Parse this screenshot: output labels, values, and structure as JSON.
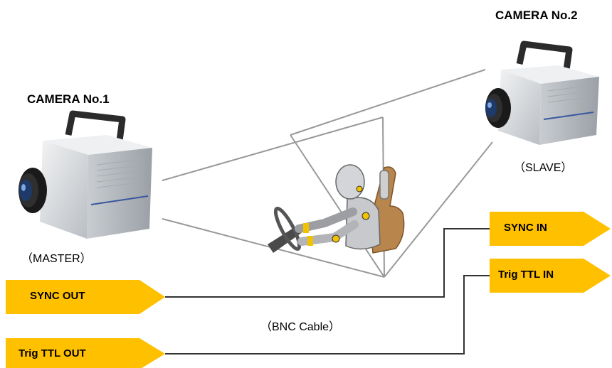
{
  "camera1": {
    "title": "CAMERA No.1",
    "role": "（MASTER）"
  },
  "camera2": {
    "title": "CAMERA No.2",
    "role": "（SLAVE）"
  },
  "connectors": {
    "sync_out": "SYNC OUT",
    "trig_out": "Trig TTL OUT",
    "sync_in": "SYNC IN",
    "trig_in": "Trig TTL IN"
  },
  "cable_label": "（BNC Cable）",
  "colors": {
    "tag_fill": "#FFC000",
    "wire": "#333333",
    "view_line": "#999999",
    "camera_body": "#d7dadd",
    "lens": "#1a1a1a"
  },
  "icons": [
    "camera-icon",
    "crash-test-dummy-icon"
  ]
}
